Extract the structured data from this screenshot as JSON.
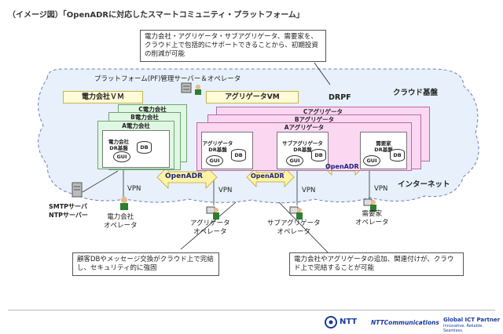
{
  "title": "（イメージ図）「OpenADRに対応したスマートコミュニティ・プラットフォーム」",
  "notes": {
    "top": "電力会社・アグリゲータ・サブアグリゲータ、需要家を、クラウド上で包括的にサポートできることから、初期投資の削減が可能",
    "bottom_left": "顧客DBやメッセージ交換がクラウド上で完結し、セキュリティ的に強固",
    "bottom_right": "電力会社やアグリゲータの追加、関連付けが、クラウド上で完結することが可能"
  },
  "cloud": {
    "pf_label": "プラットフォーム(PF)管理サーバー＆オペレータ",
    "base_label": "クラウド基盤",
    "drpf_label": "DRPF",
    "internet_label": "インターネット"
  },
  "vms": {
    "utility_vm": "電力会社ＶＭ",
    "aggregator_vm": "アグリゲータVM"
  },
  "utility_stack": [
    "C電力会社",
    "B電力会社",
    "A電力会社"
  ],
  "aggregator_stack": [
    "Cアグリゲータ",
    "Bアグリゲータ",
    "Aアグリゲータ"
  ],
  "inner": {
    "utility_dr": "電力会社\nDR基盤",
    "aggregator_dr": "アグリゲータ\nDR基盤",
    "subaggregator_dr": "サブアグリゲータ\nDR基盤",
    "consumer_dr": "需要家\nDR基盤",
    "db": "DB",
    "gui": "GUI"
  },
  "openadr_label": "OpenADR",
  "vpn_label": "VPN",
  "smtp_label": "SMTPサーバ\nNTPサーバー",
  "operators": {
    "utility": "電力会社\nオペレータ",
    "aggregator": "アグリゲータ\nオペレータ",
    "subaggregator": "サブアグリゲータ\nオペレータ",
    "consumer": "需要家\nオペレータ"
  },
  "logos": {
    "ntt": "NTT",
    "nttcom": "NTTCommunications",
    "partner": "Global ICT Partner",
    "tagline": "Innovative. Reliable. Seamless."
  },
  "colors": {
    "cloud_fill": "#e7f0fb",
    "vm_yellow": "#fffbd6",
    "green": "#e0f7e3",
    "pink": "#fbd7f2",
    "arrow_yellow": "#fff3a6",
    "ntt_blue": "#1b3a9a"
  }
}
